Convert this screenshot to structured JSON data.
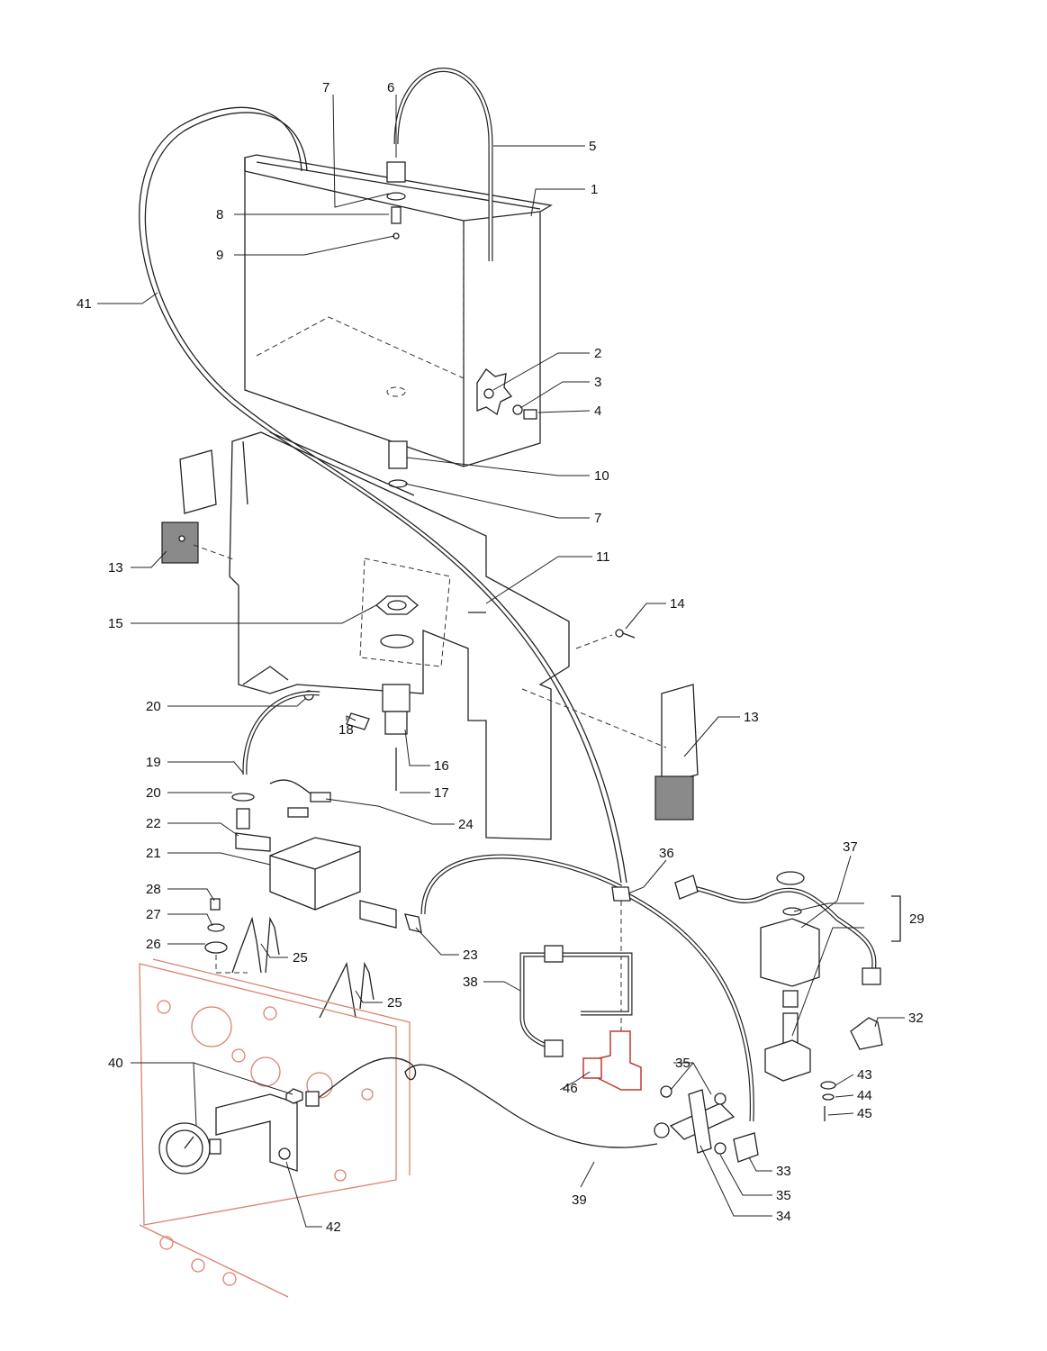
{
  "diagram": {
    "type": "exploded-parts-diagram",
    "accent_colors": {
      "lines": "#222222",
      "panel": "#d9826e",
      "highlight_part": "#c0392b",
      "pads": "#8a8a8a"
    },
    "callouts": [
      {
        "label": "7"
      },
      {
        "label": "6"
      },
      {
        "label": "5"
      },
      {
        "label": "1"
      },
      {
        "label": "8"
      },
      {
        "label": "9"
      },
      {
        "label": "41"
      },
      {
        "label": "2"
      },
      {
        "label": "3"
      },
      {
        "label": "4"
      },
      {
        "label": "10"
      },
      {
        "label": "7"
      },
      {
        "label": "13"
      },
      {
        "label": "11"
      },
      {
        "label": "14"
      },
      {
        "label": "15"
      },
      {
        "label": "20"
      },
      {
        "label": "18"
      },
      {
        "label": "19"
      },
      {
        "label": "16"
      },
      {
        "label": "17"
      },
      {
        "label": "20"
      },
      {
        "label": "24"
      },
      {
        "label": "22"
      },
      {
        "label": "21"
      },
      {
        "label": "13"
      },
      {
        "label": "36"
      },
      {
        "label": "37"
      },
      {
        "label": "29"
      },
      {
        "label": "28"
      },
      {
        "label": "27"
      },
      {
        "label": "26"
      },
      {
        "label": "25"
      },
      {
        "label": "23"
      },
      {
        "label": "38"
      },
      {
        "label": "25"
      },
      {
        "label": "32"
      },
      {
        "label": "40"
      },
      {
        "label": "46"
      },
      {
        "label": "35"
      },
      {
        "label": "43"
      },
      {
        "label": "44"
      },
      {
        "label": "45"
      },
      {
        "label": "33"
      },
      {
        "label": "39"
      },
      {
        "label": "35"
      },
      {
        "label": "34"
      },
      {
        "label": "42"
      }
    ]
  }
}
